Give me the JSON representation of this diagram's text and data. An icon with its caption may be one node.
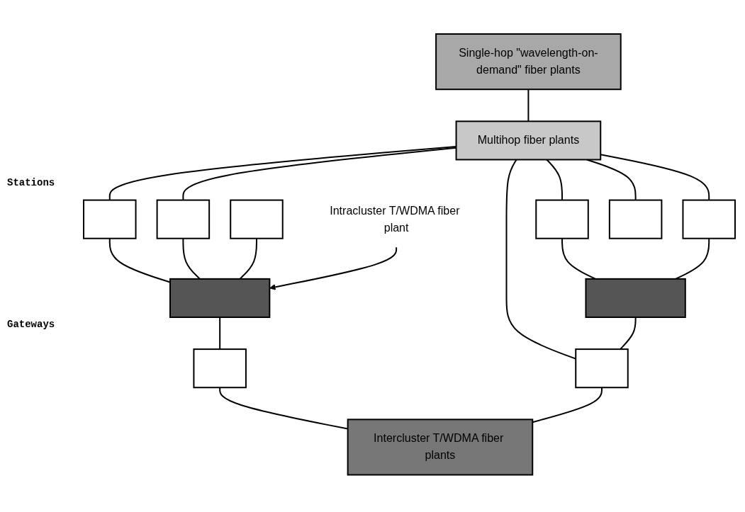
{
  "diagram": {
    "nodes": [
      {
        "text": [
          "Single-hop \"wavelength-on-demand\" fiber plants"
        ]
      },
      {
        "text": [
          "Multihop fiber plants"
        ]
      },
      {
        "text": [],
        "shape": "box"
      },
      {
        "text": [],
        "shape": "box"
      },
      {
        "text": [],
        "shape": "box"
      },
      {
        "text": [],
        "shape": "box"
      },
      {
        "text": [],
        "shape": "box"
      },
      {
        "text": [
          "Intracluster T/WDMA fiber plant"
        ]
      },
      {
        "text": [],
        "shape": "bar"
      },
      {
        "text": [],
        "shape": "bar"
      },
      {
        "text": [],
        "shape": "box"
      },
      {
        "text": [],
        "shape": "box"
      },
      {
        "text": [],
        "shape": "box"
      },
      {
        "text": [
          "Intercluster T/WDMA fiber plants"
        ]
      }
    ],
    "edges": [
      {
        "from": 0,
        "to": 1,
        "arrow": "none"
      },
      {
        "from": 1,
        "to": 2,
        "arrow": "none"
      },
      {
        "from": 1,
        "to": 3,
        "arrow": "none"
      },
      {
        "from": 1,
        "to": 11,
        "arrow": "none"
      },
      {
        "from": 1,
        "to": 5,
        "arrow": "none"
      },
      {
        "from": 1,
        "to": 12,
        "arrow": "none"
      },
      {
        "from": 1,
        "to": 6,
        "arrow": "none"
      },
      {
        "from": 2,
        "to": 8,
        "arrow": "none"
      },
      {
        "from": 3,
        "to": 8,
        "arrow": "none"
      },
      {
        "from": 4,
        "to": 8,
        "arrow": "none"
      },
      {
        "from": 7,
        "to": 8,
        "arrow": "to"
      },
      {
        "from": 8,
        "to": 10,
        "arrow": "none"
      },
      {
        "from": 5,
        "to": 9,
        "arrow": "none"
      },
      {
        "from": 6,
        "to": 9,
        "arrow": "none"
      },
      {
        "from": 9,
        "to": 12,
        "arrow": "none"
      },
      {
        "from": 10,
        "to": 13,
        "arrow": "none"
      },
      {
        "from": 12,
        "to": 13,
        "arrow": "none"
      }
    ],
    "labels": [
      "Stations",
      "Gateways"
    ]
  }
}
